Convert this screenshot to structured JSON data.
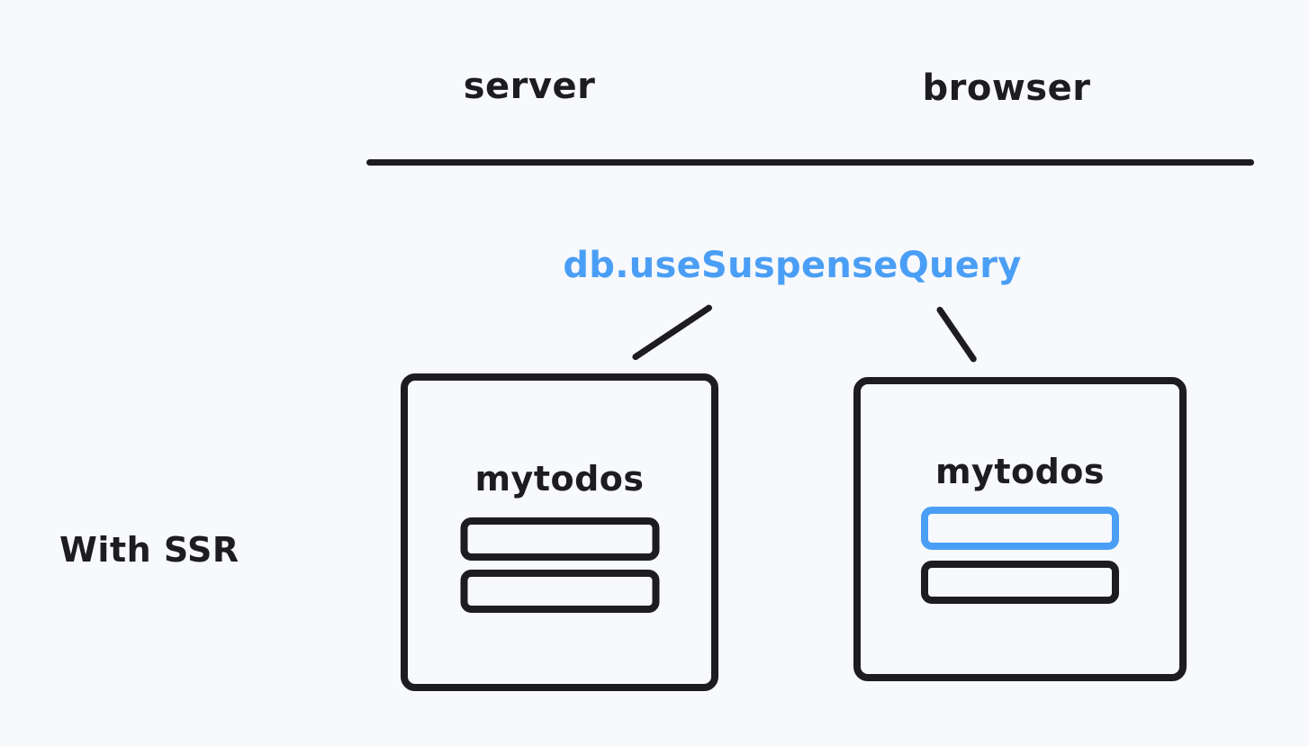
{
  "diagram": {
    "mode_label": "With SSR",
    "background_color": "#f7f9fc",
    "ink_color": "#1d1d1f",
    "accent_color": "#4a9ef5",
    "columns": [
      {
        "id": "server",
        "label": "server"
      },
      {
        "id": "browser",
        "label": "browser"
      }
    ],
    "api_label": "db.useSuspenseQuery",
    "panels": [
      {
        "id": "server",
        "title": "mytodos",
        "todos": [
          {
            "index": 1,
            "state": "normal",
            "color": "#1d1d1f"
          },
          {
            "index": 2,
            "state": "normal",
            "color": "#1d1d1f"
          }
        ]
      },
      {
        "id": "browser",
        "title": "mytodos",
        "todos": [
          {
            "index": 1,
            "state": "highlighted",
            "color": "#4a9ef5"
          },
          {
            "index": 2,
            "state": "normal",
            "color": "#1d1d1f"
          }
        ]
      }
    ],
    "connectors": [
      {
        "id": "leader-left",
        "from": "api-label",
        "to": "server-panel"
      },
      {
        "id": "leader-right",
        "from": "api-label",
        "to": "browser-panel"
      }
    ]
  }
}
